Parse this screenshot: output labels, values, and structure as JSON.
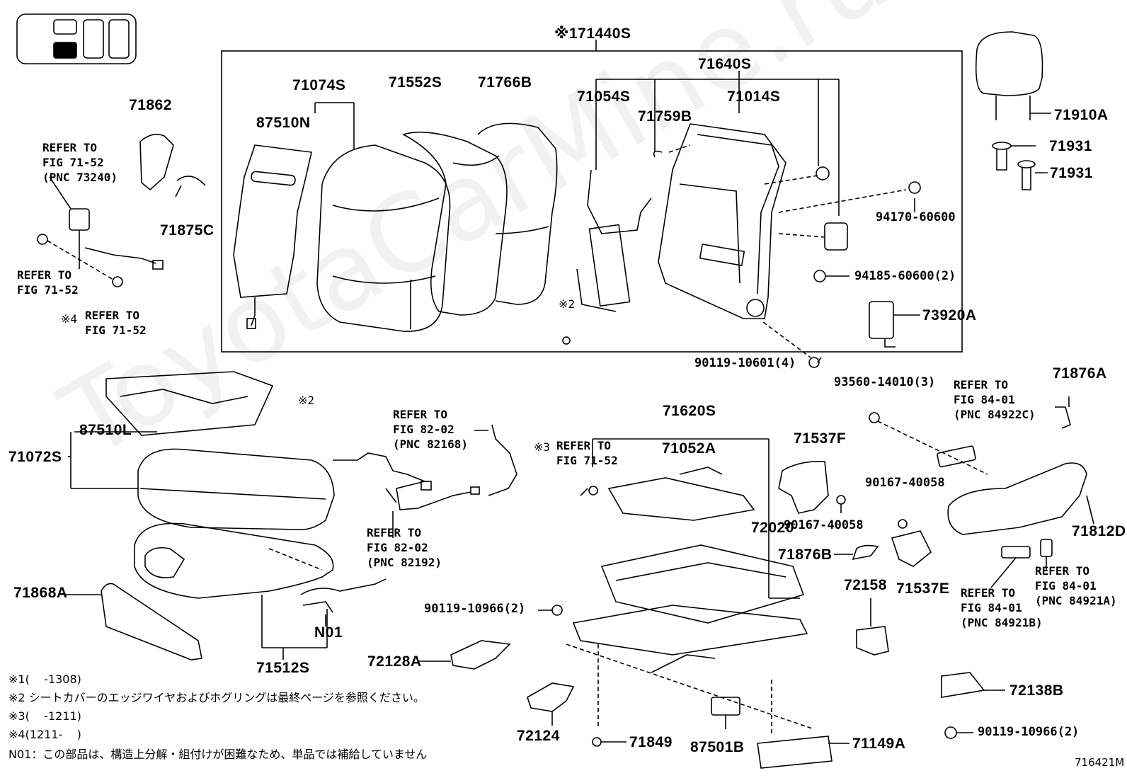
{
  "labels": {
    "l71440s": "※171440S",
    "l71640s": "71640S",
    "l71074s": "71074S",
    "l71552s": "71552S",
    "l71766b": "71766B",
    "l71054s": "71054S",
    "l71759b": "71759B",
    "l71014s": "71014S",
    "l87510n": "87510N",
    "l71862": "71862",
    "l71875c": "71875C",
    "l71910a": "71910A",
    "l71931a": "71931",
    "l71931b": "71931",
    "l94170": "94170-60600",
    "l94185": "94185-60600(2)",
    "l73920a": "73920A",
    "l90119_10601": "90119-10601(4)",
    "l93560": "93560-14010(3)",
    "l71876a": "71876A",
    "l71620s": "71620S",
    "l71052a": "71052A",
    "l71537f": "71537F",
    "l90167a": "90167-40058",
    "l90167b": "90167-40058",
    "l72020": "72020",
    "l71876b": "71876B",
    "l71537e": "71537E",
    "l71812d": "71812D",
    "l72158": "72158",
    "l87510l": "87510L",
    "l71072s": "71072S",
    "l71868a": "71868A",
    "l71512s": "71512S",
    "ln01": "N01",
    "l90119_10966a": "90119-10966(2)",
    "l72128a": "72128A",
    "l72124": "72124",
    "l71849": "71849",
    "l87501b": "87501B",
    "l71149a": "71149A",
    "l72138b": "72138B",
    "l90119_10966b": "90119-10966(2)",
    "k2a": "※2",
    "k2b": "※2",
    "k4": "※4",
    "k3": "※3"
  },
  "refs": {
    "r1": "REFER TO\nFIG 71-52\n(PNC 73240)",
    "r2": "REFER TO\nFIG 71-52",
    "r3": "REFER TO\nFIG 71-52",
    "r4": "REFER TO\nFIG 82-02\n(PNC 82168)",
    "r5": "REFER TO\nFIG 82-02\n(PNC 82192)",
    "r6": "REFER TO\nFIG 71-52",
    "r7": "REFER TO\nFIG 84-01\n(PNC 84922C)",
    "r8": "REFER TO\nFIG 84-01\n(PNC 84921B)",
    "r9": "REFER TO\nFIG 84-01\n(PNC 84921A)"
  },
  "notes": {
    "n1": "※1(    -1308)",
    "n2": "※2 シートカバーのエッジワイヤおよびホグリングは最終ページを参照ください。",
    "n3": "※3(    -1211)",
    "n4": "※4(1211-    )",
    "n5": "N01：この部品は、構造上分解・組付けが困難なため、単品では補給していません"
  },
  "figure_id": "716421M",
  "watermark": "ToyotaCarMine.ru"
}
